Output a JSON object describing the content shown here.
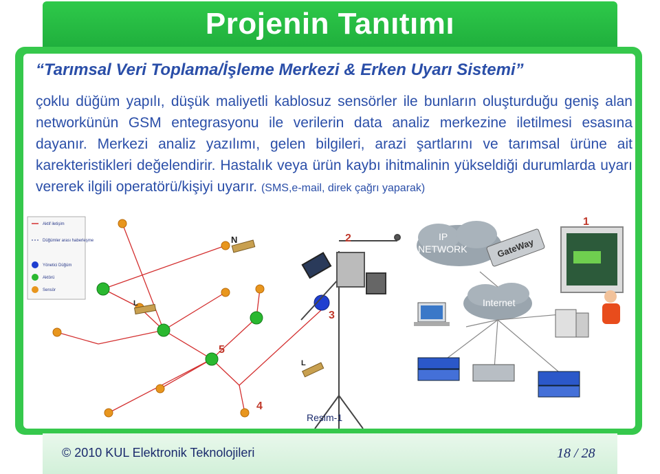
{
  "slide": {
    "title": "Projenin Tanıtımı",
    "subtitle": "“Tarımsal Veri Toplama/İşleme Merkezi & Erken Uyarı Sistemi”",
    "body_main": "çoklu düğüm yapılı, düşük maliyetli kablosuz sensörler ile bunların oluşturduğu geniş alan networkünün GSM entegrasyonu ile verilerin data analiz merkezine iletilmesi esasına dayanır. Merkezi analiz yazılımı, gelen bilgileri, arazi şartlarını ve tarımsal ürüne ait karekteristikleri değelendirir. Hastalık veya ürün kaybı ihitmalinin yükseldiği durumlarda uyarı vererek ilgili operatörü/kişiyi uyarır.",
    "body_small": "(SMS,e-mail, direk çağrı yaparak)"
  },
  "diagram": {
    "legend": [
      "Aktif iletişim",
      "Düğümler arası haberleşme",
      "Yönetici Düğüm",
      "Aktörü",
      "Sensör"
    ],
    "labels": {
      "n": "N",
      "l1": "L",
      "l2": "L",
      "ip_network": "IP\nNETWORK",
      "gateway": "GateWay",
      "internet": "Internet",
      "num_1": "1",
      "num_2": "2",
      "num_3": "3",
      "num_4": "4",
      "num_5": "5"
    },
    "caption": "Resim-1",
    "colors": {
      "sensor": "#e8961e",
      "actuator": "#2ab830",
      "manager": "#1f3fd0",
      "link": "#d32f2f"
    }
  },
  "footer": {
    "copyright": "© 2010 KUL Elektronik Teknolojileri",
    "page_current": "18",
    "page_sep": " / ",
    "page_total": "28"
  }
}
